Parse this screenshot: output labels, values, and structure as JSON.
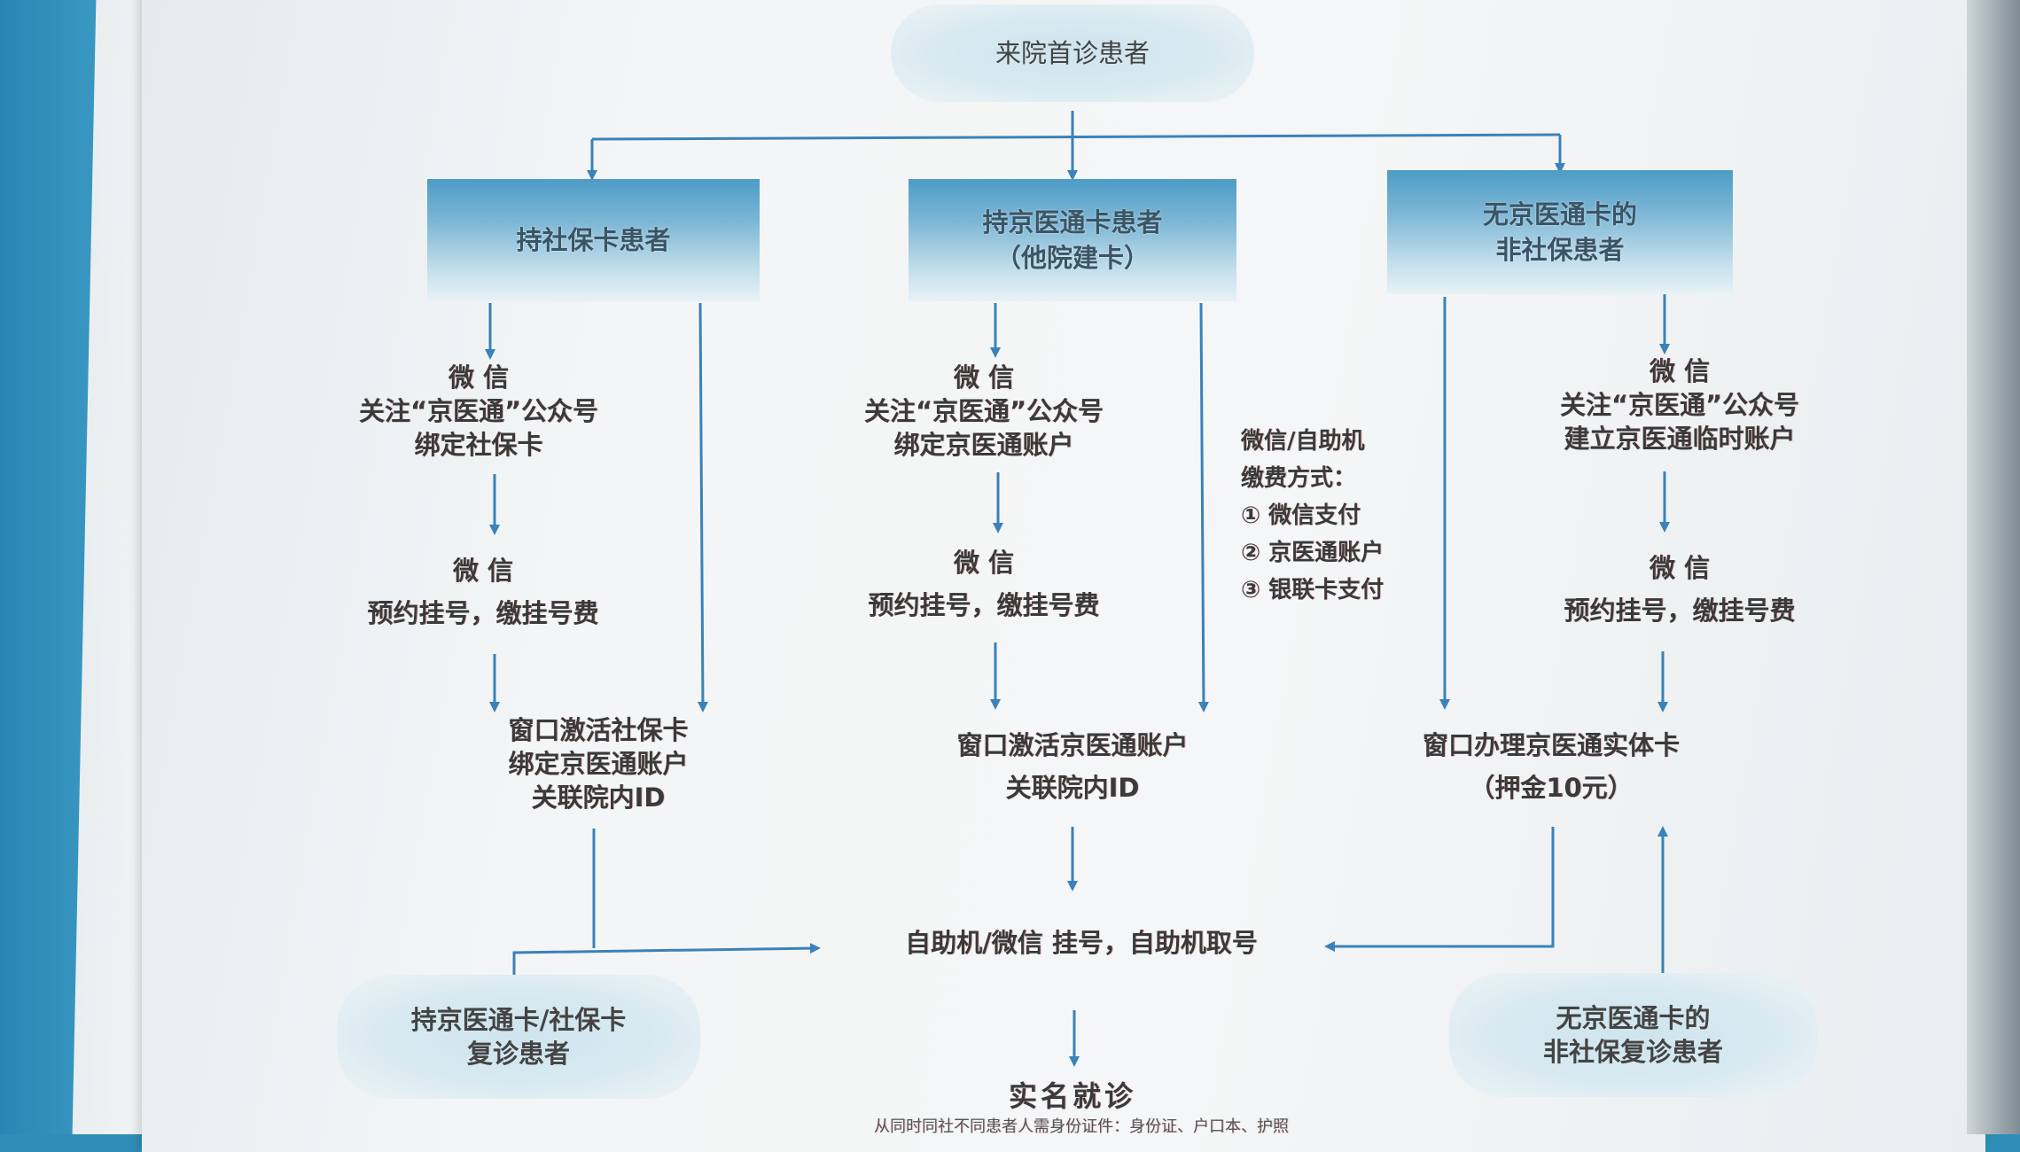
{
  "start_node": "来院首诊患者",
  "category_boxes": [
    {
      "lines": [
        "持社保卡患者"
      ]
    },
    {
      "lines": [
        "持京医通卡患者",
        "（他院建卡）"
      ]
    },
    {
      "lines": [
        "无京医通卡的",
        "非社保患者"
      ]
    }
  ],
  "col1": {
    "step1": [
      "微 信",
      "关注“京医通”公众号",
      "绑定社保卡"
    ],
    "step2": [
      "微 信",
      "预约挂号，缴挂号费"
    ],
    "step3": [
      "窗口激活社保卡",
      "绑定京医通账户",
      "关联院内ID"
    ]
  },
  "col2": {
    "step1": [
      "微 信",
      "关注“京医通”公众号",
      "绑定京医通账户"
    ],
    "step2": [
      "微 信",
      "预约挂号，缴挂号费"
    ],
    "step3": [
      "窗口激活京医通账户",
      "关联院内ID"
    ]
  },
  "payment_note": [
    "微信/自助机",
    "缴费方式：",
    "① 微信支付",
    "② 京医通账户",
    "③ 银联卡支付"
  ],
  "col3": {
    "step1": [
      "微 信",
      "关注“京医通”公众号",
      "建立京医通临时账户"
    ],
    "step2": [
      "微 信",
      "预约挂号，缴挂号费"
    ],
    "step3": [
      "窗口办理京医通实体卡",
      "（押金10元）"
    ]
  },
  "register_node": "自助机/微信 挂号，自助机取号",
  "return_left": [
    "持京医通卡/社保卡",
    "复诊患者"
  ],
  "return_right": [
    "无京医通卡的",
    "非社保复诊患者"
  ],
  "final_node": "实名就诊",
  "final_note": "从同时同社不同患者人需身份证件：身份证、户口本、护照"
}
